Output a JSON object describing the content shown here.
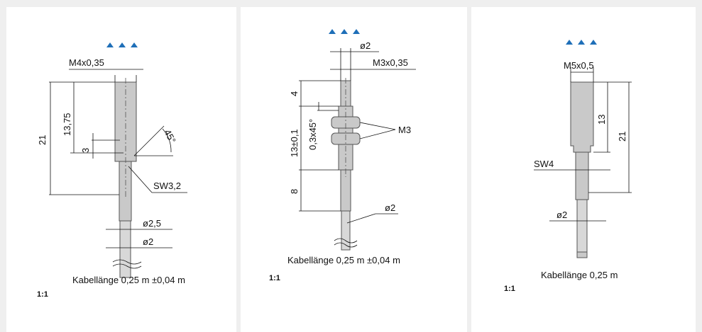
{
  "panels": [
    {
      "thread": "M4x0,35",
      "length_total": "21",
      "length_body": "13,75",
      "length_flat": "3",
      "angle": "45°",
      "wrench": "SW3,2",
      "diam_outer": "ø2,5",
      "diam_cable": "ø2",
      "cable_note": "Kabellänge 0,25 m ±0,04 m",
      "scale": "1:1"
    },
    {
      "diam_tip": "ø2",
      "thread": "M3x0,35",
      "len_tip": "4",
      "len_thread": "13±0,1",
      "chamfer": "0,3x45°",
      "nuts": "M3",
      "len_sleeve": "8",
      "diam_cable": "ø2",
      "cable_note": "Kabellänge 0,25 m ±0,04 m",
      "scale": "1:1"
    },
    {
      "thread": "M5x0,5",
      "len_body": "13",
      "len_total": "21",
      "wrench": "SW4",
      "diam_cable": "ø2",
      "cable_note": "Kabellänge 0,25 m",
      "scale": "1:1"
    }
  ],
  "colors": {
    "accent_triangles": "#1f6fb8",
    "page_bg": "#efefef",
    "panel_bg": "#ffffff"
  },
  "icons": {
    "header_marker": "three-triangles-icon"
  }
}
